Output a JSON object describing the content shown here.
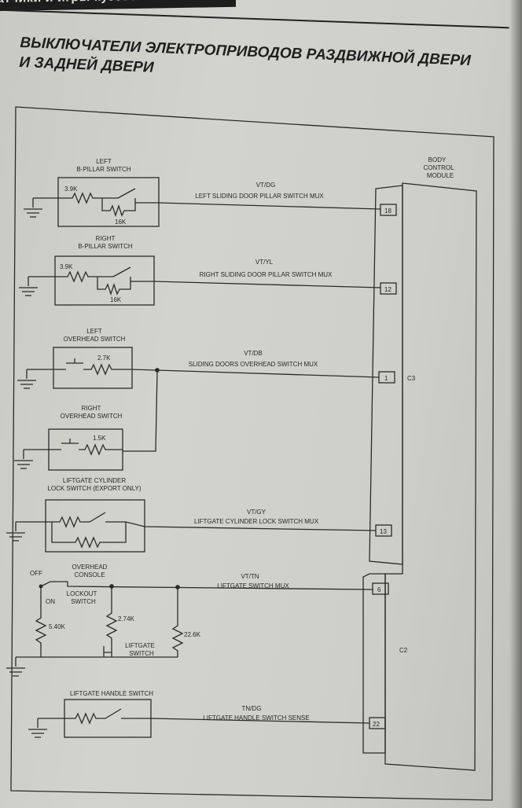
{
  "header": {
    "text": "атчики и игры кузова"
  },
  "title": {
    "line1": "ВЫКЛЮЧАТЕЛИ ЭЛЕКТРОПРИВОДОВ РАЗДВИЖНОЙ ДВЕРИ",
    "line2": "И ЗАДНЕЙ ДВЕРИ"
  },
  "bcm": {
    "line1": "BODY",
    "line2": "CONTROL",
    "line3": "MODULE",
    "c3": "C3",
    "c2": "C2"
  },
  "switches": {
    "left_bpillar": {
      "l1": "LEFT",
      "l2": "B-PILLAR SWITCH",
      "r1": "3.9K",
      "r2": "16K",
      "wire_color": "VT/DG",
      "wire_name": "LEFT SLIDING DOOR PILLAR SWITCH MUX",
      "pin": "18"
    },
    "right_bpillar": {
      "l1": "RIGHT",
      "l2": "B-PILLAR SWITCH",
      "r1": "3.9K",
      "r2": "16K",
      "wire_color": "VT/YL",
      "wire_name": "RIGHT SLIDING DOOR PILLAR SWITCH MUX",
      "pin": "12"
    },
    "left_overhead": {
      "l1": "LEFT",
      "l2": "OVERHEAD SWITCH",
      "r1": "2.7K",
      "wire_color": "VT/DB",
      "wire_name": "SLIDING DOORS OVERHEAD SWITCH MUX",
      "pin": "1"
    },
    "right_overhead": {
      "l1": "RIGHT",
      "l2": "OVERHEAD SWITCH",
      "r1": "1.5K"
    },
    "liftgate_cyl": {
      "l1": "LIFTGATE CYLINDER",
      "l2": "LOCK SWITCH (EXPORT ONLY)",
      "wire_color": "VT/GY",
      "wire_name": "LIFTGATE CYLINDER LOCK SWITCH MUX",
      "pin": "13"
    },
    "lockout": {
      "off": "OFF",
      "on": "ON",
      "overhead1": "OVERHEAD",
      "overhead2": "CONSOLE",
      "lockout1": "LOCKOUT",
      "lockout2": "SWITCH",
      "r_540": "5.40K",
      "r_274": "2.74K",
      "r_226": "22.6K",
      "lift1": "LIFTGATE",
      "lift2": "SWITCH",
      "wire_color": "VT/TN",
      "wire_name": "LIFTGATE SWITCH MUX",
      "pin": "6"
    },
    "liftgate_handle": {
      "l1": "LIFTGATE HANDLE SWITCH",
      "wire_color": "TN/DG",
      "wire_name": "LIFTGATE HANDLE SWITCH SENSE",
      "pin": "22"
    }
  },
  "colors": {
    "paper": "#cfcfca",
    "ink": "#262626"
  }
}
